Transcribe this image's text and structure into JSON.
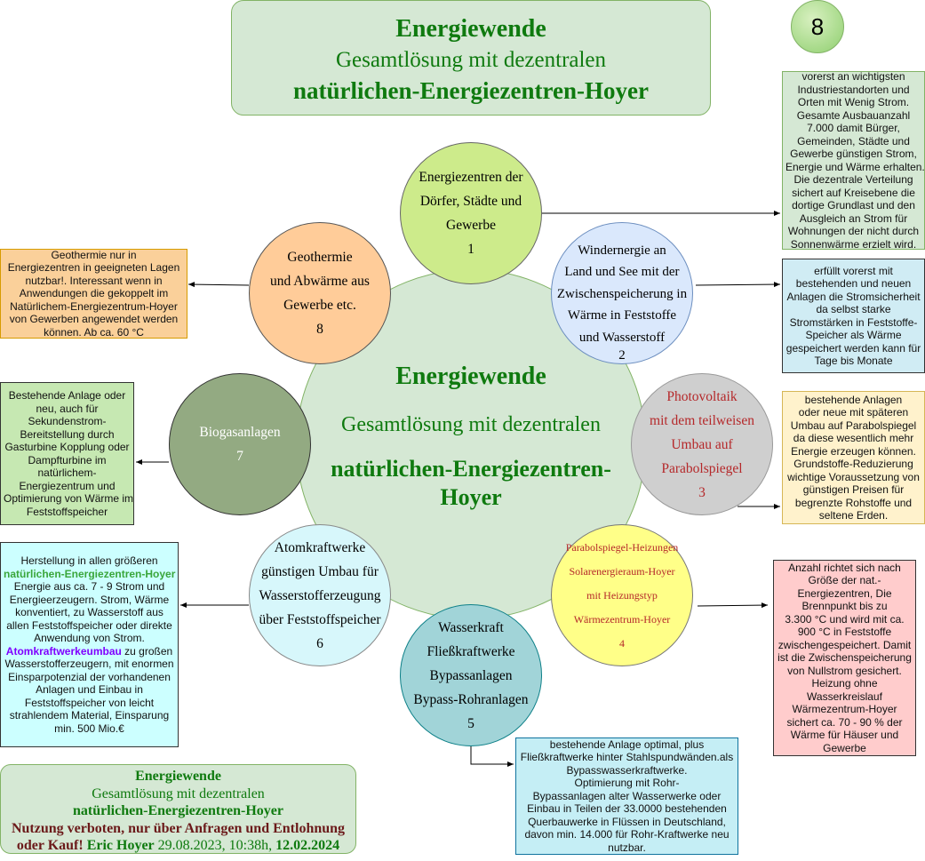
{
  "header": {
    "title": "Energiewende",
    "line2": "Gesamtlösung mit dezentralen",
    "line3": "natürlichen-Energiezentren-Hoyer"
  },
  "badge": "8",
  "center": {
    "title": "Energiewende",
    "line2": "Gesamtlösung mit dezentralen",
    "line3": "natürlichen-Energiezentren-Hoyer"
  },
  "circles": [
    {
      "lines": [
        "Energiezentren der",
        "Dörfer, Städte und",
        "Gewerbe",
        "1"
      ]
    },
    {
      "lines": [
        "Windernergie an",
        "Land und See mit der",
        "Zwischenspeicherung in",
        "Wärme in Feststoffe",
        "und Wasserstoff",
        "2"
      ]
    },
    {
      "lines": [
        "Photovoltaik",
        "mit dem teilweisen",
        "Umbau auf",
        "Parabolspiegel",
        "3"
      ]
    },
    {
      "lines": [
        "Parabolspiegel-Heizungen",
        "Solarenergieraum-Hoyer",
        "mit Heizungstyp",
        "Wärmezentrum-Hoyer",
        "4"
      ]
    },
    {
      "lines": [
        "Wasserkraft",
        "Fließkraftwerke",
        "Bypassanlagen",
        "Bypass-Rohranlagen",
        "5"
      ]
    },
    {
      "lines": [
        "Atomkraftwerke",
        "günstigen Umbau für",
        "Wasserstofferzeugung",
        "über Feststoffspeicher",
        "6"
      ]
    },
    {
      "lines": [
        "Biogasanlagen",
        "7"
      ]
    },
    {
      "lines": [
        "Geothermie",
        "und Abwärme aus",
        "Gewerbe etc.",
        "8"
      ]
    }
  ],
  "notes": {
    "n1": [
      "vorerst an wichtigsten",
      "Industriestandorten und",
      "Orten mit Wenig Strom.",
      "Gesamte Ausbauanzahl",
      "7.000  damit Bürger,",
      "Gemeinden, Städte und",
      "Gewerbe  günstigen Strom,",
      "Energie und Wärme erhalten.",
      "Die dezentrale Verteilung",
      "sichert auf Kreisebene  die",
      "dortige Grundlast und den",
      "Ausgleich an Strom für",
      "Wohnungen der nicht durch",
      "Sonnenwärme erzielt wird."
    ],
    "n2": [
      "erfüllt vorerst  mit",
      "bestehenden und neuen",
      "Anlagen die Stromsicherheit",
      "da selbst starke",
      "Stromstärken in Feststoffe-",
      "Speicher als Wärme",
      "gespeichert werden kann für",
      "Tage bis Monate"
    ],
    "n3": [
      "bestehende Anlagen",
      "oder neue mit späteren",
      "Umbau auf Parabolspiegel",
      "da diese wesentlich mehr",
      "Energie erzeugen können.",
      "Grundstoffe-Reduzierung",
      "wichtige Voraussetzung von",
      "günstigen Preisen für",
      "begrenzte Rohstoffe und",
      "seltene Erden."
    ],
    "n4": [
      "Anzahl richtet sich nach",
      "Größe der nat.-",
      "Energiezentren, Die",
      "Brennpunkt bis zu",
      "3.300 °C und wird mit ca.",
      "900 °C in Feststoffe",
      "zwischengespeichert. Damit",
      "ist die Zwischenspeicherung",
      "von Nullstrom gesichert.",
      "Heizung ohne",
      "Wasserkreislauf",
      "Wärmezentrum-Hoyer",
      "sichert ca. 70 - 90  % der",
      "Wärme für Häuser und",
      "Gewerbe"
    ],
    "n5": [
      "bestehende Anlage  optimal, plus",
      "Fließkraftwerke hinter Stahlspundwänden.als",
      "Bypasswasserkraftwerke.",
      "Optimierung mit Rohr-",
      "Bypassanlagen alter Wasserwerke oder",
      "Einbau in Teilen der 33.0000 bestehenden",
      "Querbauwerke in Flüssen in Deutschland,",
      "davon min. 14.000 für Rohr-Kraftwerke  neu",
      "nutzbar."
    ],
    "n6": {
      "l1": "Herstellung in allen größeren",
      "green": "natürlichen-Energiezentren-Hoyer",
      "mid": [
        "Energie aus ca. 7 - 9  Strom und",
        "Energieerzeugern. Strom, Wärme",
        "konventiert, zu Wasserstoff aus",
        "allen  Feststoffspeicher oder direkte",
        "Anwendung von Strom."
      ],
      "purple": "Atomkraftwerkeumbau",
      "after": " zu großen",
      "rest": [
        "Wasserstofferzeugern, mit enormen",
        "Einsparpotenzial der vorhandenen",
        "Anlagen und Einbau in",
        "Feststoffspeicher von leicht",
        "strahlendem Material, Einsparung",
        "min. 500 Mio.€"
      ]
    },
    "n7": [
      "Bestehende Anlage oder",
      "neu, auch für",
      "Sekundenstrom-",
      "Bereitstellung durch",
      "Gasturbine Kopplung oder",
      "Dampfturbine im",
      "natürlichem-",
      "Energiezentrum und",
      "Optimierung von Wärme im",
      "Feststoffspeicher"
    ],
    "n8": [
      "Geothermie  nur in",
      "Energiezentren in geeigneten Lagen",
      "nutzbar!. Interessant wenn in",
      "Anwendungen die gekoppelt im",
      "Natürlichem-Energiezentrum-Hoyer",
      "von Gewerben angewendet werden",
      "können. Ab ca. 60 °C"
    ]
  },
  "footer": {
    "title": "Energiewende",
    "line2": "Gesamtlösung mit dezentralen",
    "line3": "natürlichen-Energiezentren-Hoyer",
    "warn1": "Nutzung verboten, nur über Anfragen und Entlohnung",
    "warn2": "oder Kauf!",
    "author": "Eric Hoyer",
    "date1": "29.08.2023, 10:38h,",
    "date2": "12.02.2024"
  }
}
